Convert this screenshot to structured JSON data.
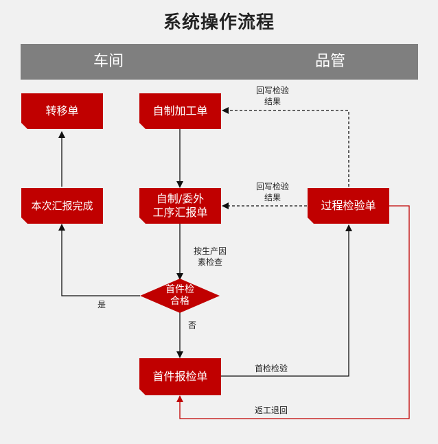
{
  "title": "系统操作流程",
  "lanes": {
    "left": "车间",
    "right": "品管"
  },
  "nodes": {
    "transfer_order": "转移单",
    "self_process_order": "自制加工单",
    "report_complete": "本次汇报完成",
    "report_line1": "自制/委外",
    "report_line2": "工序汇报单",
    "process_inspection": "过程检验单",
    "first_check_line1": "首件检",
    "first_check_line2": "合格",
    "first_inspection_order": "首件报检单"
  },
  "labels": {
    "writeback_top_line1": "回写检验",
    "writeback_top_line2": "结果",
    "writeback_mid_line1": "回写检验",
    "writeback_mid_line2": "结果",
    "check_factor_line1": "按生产因",
    "check_factor_line2": "素检查",
    "yes": "是",
    "no": "否",
    "first_inspect": "首检检验",
    "rework_return": "返工退回"
  },
  "colors": {
    "node_fill": "#c00000",
    "header_fill": "#7f7f7f",
    "return_line": "#c00000"
  }
}
